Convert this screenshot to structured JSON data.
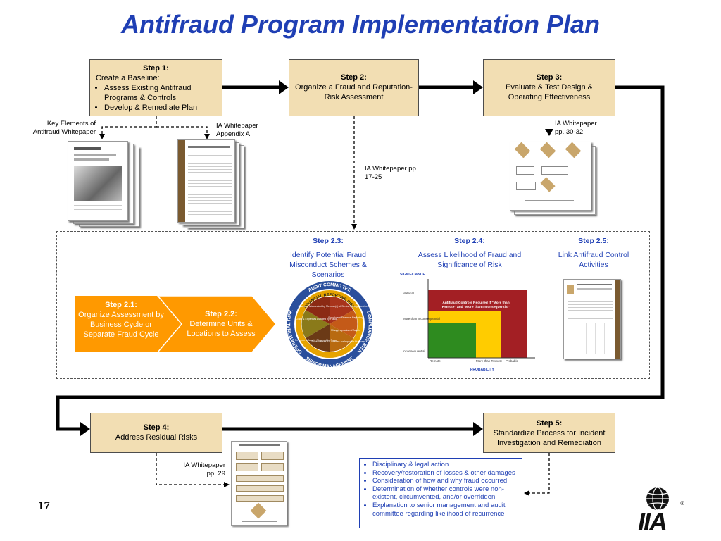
{
  "title": "Antifraud Program Implementation Plan",
  "page_number": "17",
  "step1": {
    "heading": "Step 1:",
    "line1": "Create a Baseline:",
    "bullets": [
      "Assess Existing Antifraud Programs & Controls",
      "Develop & Remediate Plan"
    ]
  },
  "step2": {
    "heading": "Step 2:",
    "text": "Organize a Fraud and Reputation-Risk Assessment"
  },
  "step3": {
    "heading": "Step 3:",
    "text": "Evaluate & Test Design & Operating Effectiveness"
  },
  "step4": {
    "heading": "Step 4:",
    "text": "Address Residual Risks"
  },
  "step5": {
    "heading": "Step 5:",
    "text": "Standardize Process for Incident Investigation and Remediation"
  },
  "step21": {
    "heading": "Step 2.1:",
    "text": "Organize Assessment by Business Cycle or Separate Fraud Cycle"
  },
  "step22": {
    "heading": "Step 2.2:",
    "text": "Determine Units & Locations to Assess"
  },
  "step23": {
    "heading": "Step 2.3:",
    "text": "Identify Potential Fraud Misconduct Schemes & Scenarios"
  },
  "step24": {
    "heading": "Step 2.4:",
    "text": "Assess Likelihood of Fraud and Significance of Risk"
  },
  "step25": {
    "heading": "Step 2.5:",
    "text": "Link Antifraud Control Activities"
  },
  "refs": {
    "key_elements": "Key Elements of Antifraud Whitepaper",
    "appendix_a": "IA Whitepaper Appendix A",
    "pp_17_25": "IA Whitepaper pp. 17-25",
    "pp_30_32": "IA Whitepaper pp. 30-32",
    "pp_29": "IA Whitepaper pp. 29"
  },
  "step5_details": [
    "Disciplinary & legal action",
    "Recovery/restoration of losses & other damages",
    "Consideration of how and why fraud occurred",
    "Determination of whether controls were non-existent, circumvented, and/or overridden",
    "Explanation to senior management and audit committee regarding likelihood of recurrence"
  ],
  "risk_chart": {
    "ylabel": "SIGNIFICANCE",
    "xlabel": "PROBABILITY",
    "y_ticks": [
      "Material",
      "More than Inconsequential",
      "Inconsequential"
    ],
    "x_ticks": [
      "Remote",
      "More than Remote",
      "Probable"
    ],
    "label": "Antifraud Controls Required if \"More than Remote\" and \"More than Inconsequential\""
  },
  "wheel": {
    "outer_top": "AUDIT COMMITTEE",
    "inner_top": "FINANCIAL REPORTING RISK",
    "left": "OPERATIONAL RISK",
    "right": "COMPLIANCE RISK",
    "bottom": "SENIOR MANAGEMENT",
    "segments": [
      "Financial Misconduct by Member(s) of Senior Management or the Board",
      "Fraudulent Financial Reporting",
      "Misappropriation of Assets",
      "Expenditures & Liabilities for Improper Purposes",
      "Revenue & Assets Obtained by Fraud",
      "Costs & Expenses Avoided by Fraud"
    ]
  },
  "logo": {
    "text": "IIA",
    "mark": "®"
  },
  "colors": {
    "accent": "#1f3fb4",
    "box": "#f2deb3",
    "orange": "#ff9900",
    "green": "#2e8b1f",
    "yellow": "#ffcc00",
    "red": "#a31f24"
  }
}
